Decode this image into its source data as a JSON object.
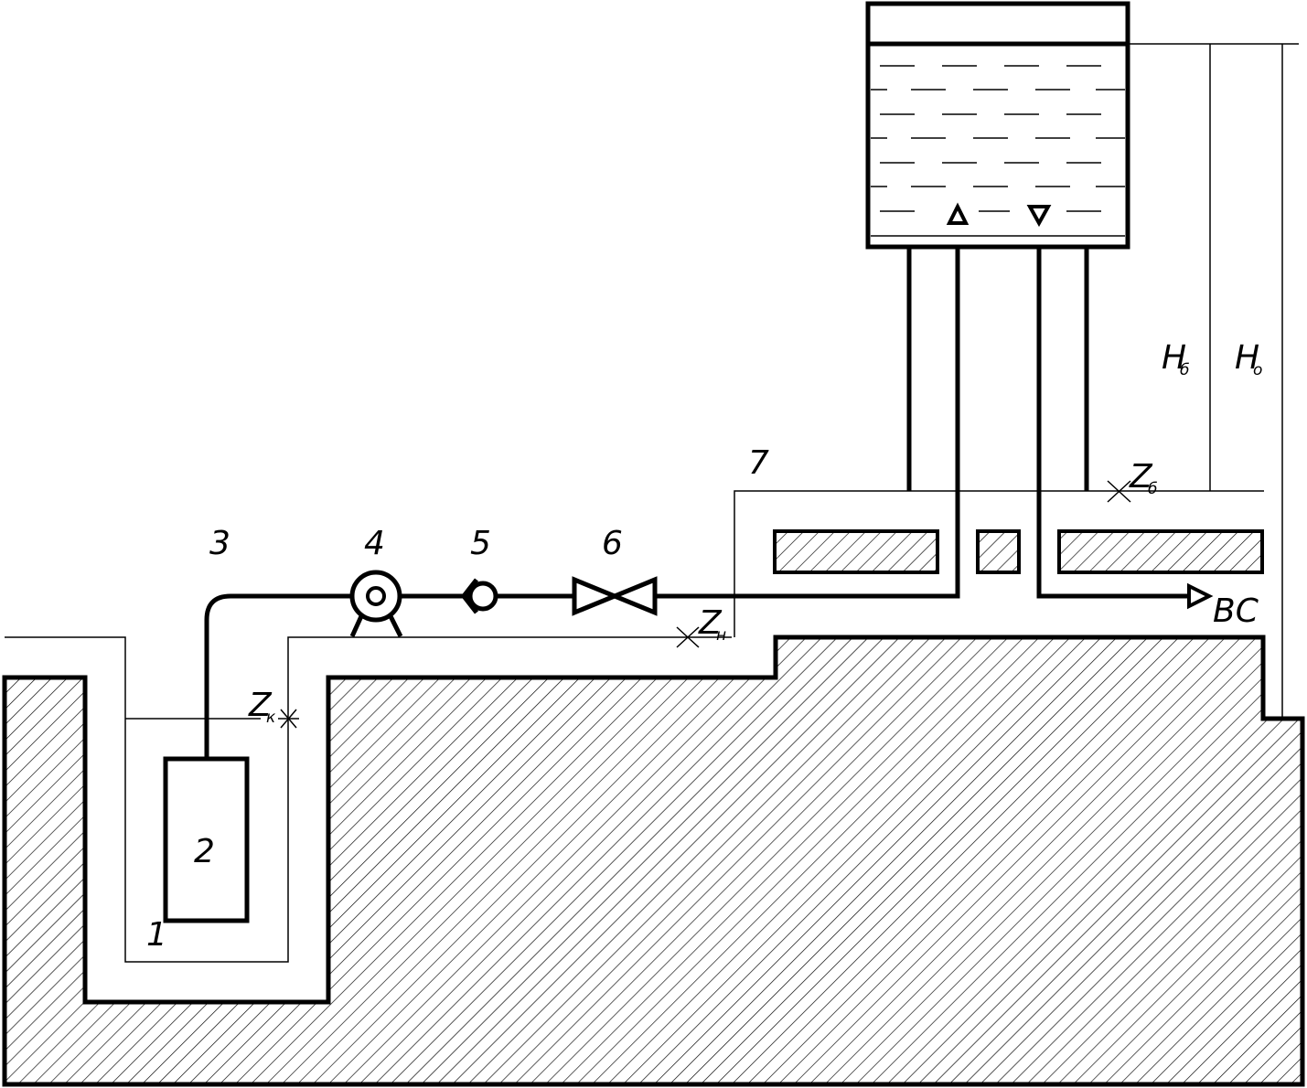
{
  "labels": {
    "n1": "1",
    "n2": "2",
    "n3": "3",
    "n4": "4",
    "n5": "5",
    "n6": "6",
    "n7": "7",
    "vs": "ВС"
  },
  "levels": {
    "zk": {
      "main": "Z",
      "sub": "к"
    },
    "zn": {
      "main": "Z",
      "sub": "н"
    },
    "zb": {
      "main": "Z",
      "sub": "б"
    },
    "hb": {
      "main": "H",
      "sub": "б"
    },
    "ho": {
      "main": "H",
      "sub": "о"
    }
  }
}
